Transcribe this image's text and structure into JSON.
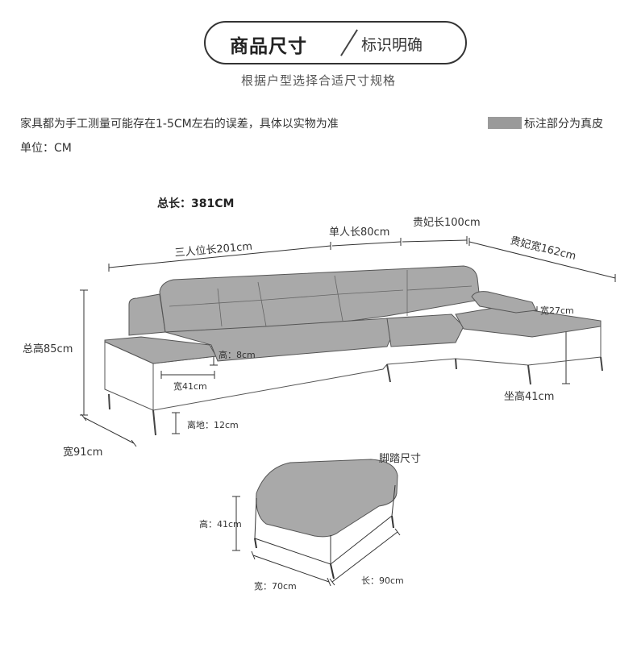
{
  "header": {
    "title_main": "商品尺寸",
    "title_sub": "标识明确",
    "subtitle": "根据户型选择合适尺寸规格"
  },
  "notes": {
    "tolerance": "家具都为手工测量可能存在1-5CM左右的误差，具体以实物为准",
    "unit": "单位：CM"
  },
  "legend": {
    "text": "标注部分为真皮",
    "swatch_color": "#9a9a9a"
  },
  "sofa": {
    "total_length": "总长：381CM",
    "three_seat_length": "三人位长201cm",
    "single_seat_length": "单人长80cm",
    "chaise_length": "贵妃长100cm",
    "chaise_width": "贵妃宽162cm",
    "arm_width": "宽27cm",
    "total_height": "总高85cm",
    "cushion_height": "高：8cm",
    "arm_rest_width": "宽41cm",
    "ground_clearance": "离地：12cm",
    "seat_height": "坐高41cm",
    "depth": "宽91cm"
  },
  "ottoman": {
    "title": "脚踏尺寸",
    "height": "高：41cm",
    "width": "宽：70cm",
    "length": "长：90cm"
  },
  "colors": {
    "leather": "#a9a9a9",
    "frame": "#555555",
    "line": "#333333"
  }
}
